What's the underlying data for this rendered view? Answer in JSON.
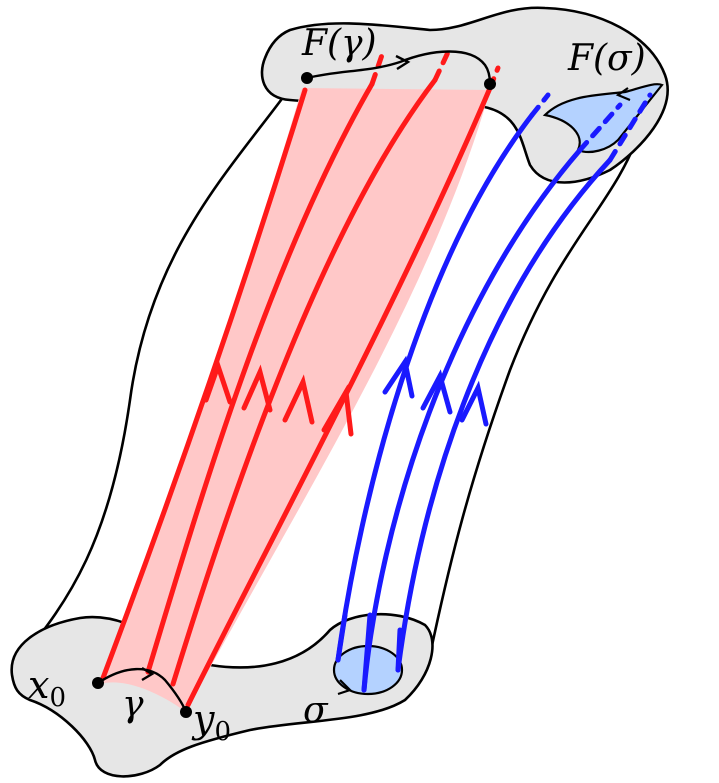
{
  "labels": {
    "x0_base": "x",
    "x0_sub": "0",
    "y0_base": "y",
    "y0_sub": "0",
    "gamma": "γ",
    "sigma": "σ",
    "F_gamma": "F(γ)",
    "F_sigma": "F(σ)"
  },
  "colors": {
    "red_flow": "#ff1a1a",
    "red_band": "#ffc8c8",
    "blue_flow": "#1a1aff",
    "blue_region": "#b4d2ff",
    "cap_fill": "#e6e6e6",
    "outline": "#000000"
  },
  "red_flow_lines": 4,
  "blue_flow_lines": 3
}
